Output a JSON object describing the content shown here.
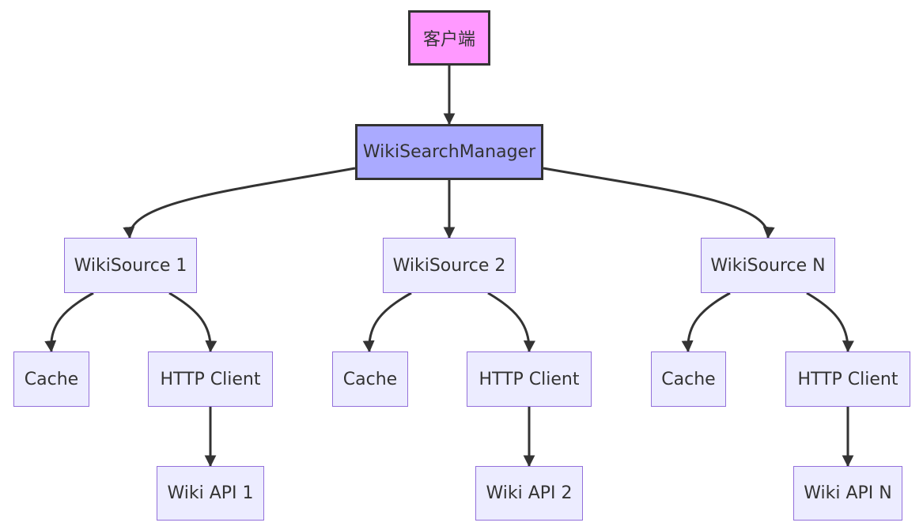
{
  "nodes": {
    "client": "客户端",
    "manager": "WikiSearchManager",
    "source1": "WikiSource 1",
    "source2": "WikiSource 2",
    "sourceN": "WikiSource N",
    "cache1": "Cache",
    "cache2": "Cache",
    "cacheN": "Cache",
    "http1": "HTTP Client",
    "http2": "HTTP Client",
    "httpN": "HTTP Client",
    "api1": "Wiki API 1",
    "api2": "Wiki API 2",
    "apiN": "Wiki API N"
  },
  "edges": [
    [
      "client",
      "manager"
    ],
    [
      "manager",
      "source1"
    ],
    [
      "manager",
      "source2"
    ],
    [
      "manager",
      "sourceN"
    ],
    [
      "source1",
      "cache1"
    ],
    [
      "source1",
      "http1"
    ],
    [
      "source2",
      "cache2"
    ],
    [
      "source2",
      "http2"
    ],
    [
      "sourceN",
      "cacheN"
    ],
    [
      "sourceN",
      "httpN"
    ],
    [
      "http1",
      "api1"
    ],
    [
      "http2",
      "api2"
    ],
    [
      "httpN",
      "apiN"
    ]
  ],
  "colors": {
    "client_fill": "#FF99FF",
    "manager_fill": "#AAAAFF",
    "node_fill": "#ECECFF",
    "node_border": "#9370DB",
    "edge": "#333333"
  }
}
